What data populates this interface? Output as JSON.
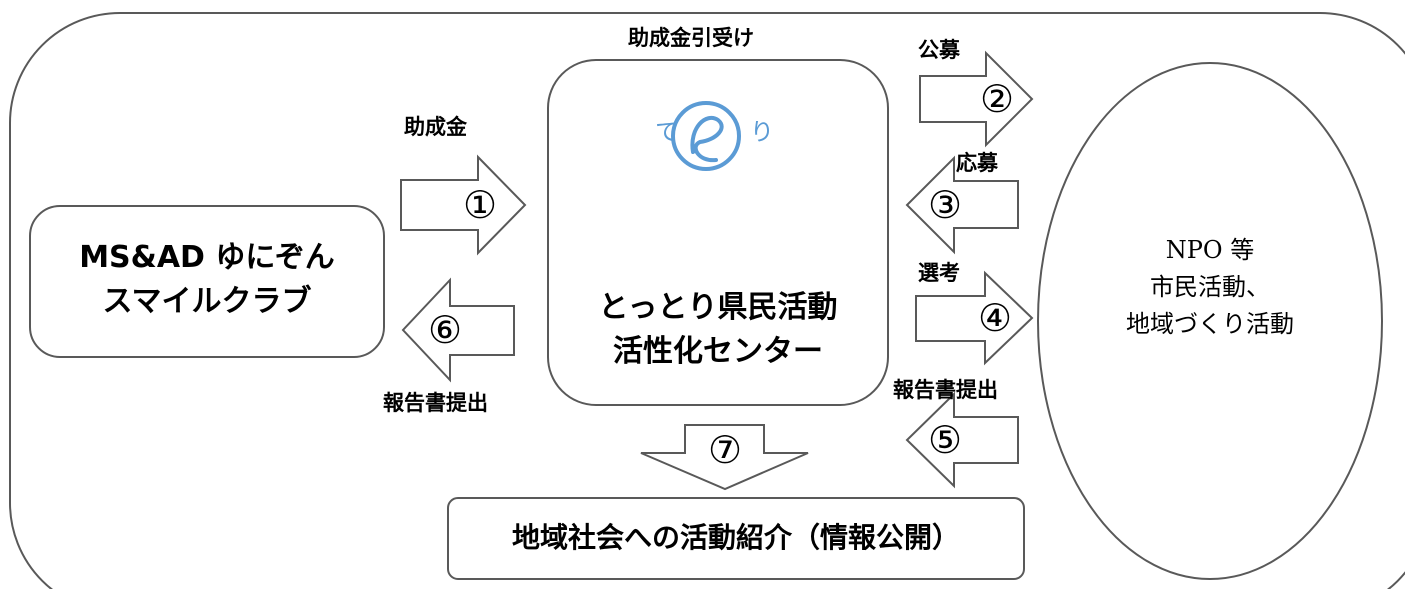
{
  "funder": {
    "line1": "MS&AD ゆにぞん",
    "line2": "スマイルクラブ"
  },
  "center": {
    "top_label": "助成金引受け",
    "line1": "とっとり県民活動",
    "line2": "活性化センター",
    "logo_left": "て",
    "logo_right": "り"
  },
  "npo": {
    "line1": "NPO 等",
    "line2": "市民活動、",
    "line3": "地域づくり活動"
  },
  "community": {
    "label": "地域社会への活動紹介（情報公開）"
  },
  "steps": {
    "s1": {
      "num": "①",
      "label": "助成金"
    },
    "s2": {
      "num": "②",
      "label": "公募"
    },
    "s3": {
      "num": "③",
      "label": "応募"
    },
    "s4": {
      "num": "④",
      "label": "選考"
    },
    "s5": {
      "num": "⑤",
      "label": "報告書提出"
    },
    "s6": {
      "num": "⑥",
      "label": "報告書提出"
    },
    "s7": {
      "num": "⑦"
    }
  },
  "colors": {
    "stroke": "#595959",
    "logo": "#5b9bd5"
  }
}
